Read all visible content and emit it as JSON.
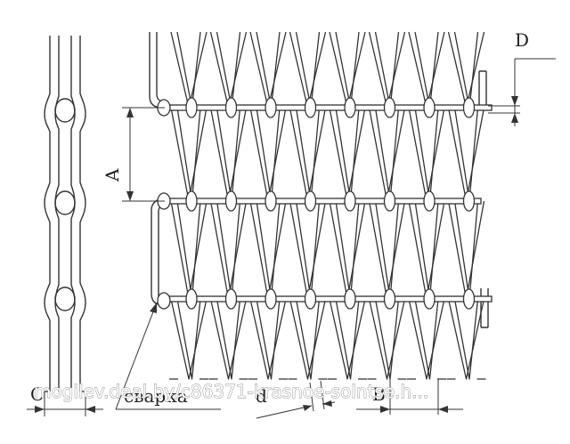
{
  "labels": {
    "A": "A",
    "B": "B",
    "C": "C",
    "D": "D",
    "d": "d",
    "weld": "сварка"
  },
  "watermark": "mogilev.deal.by/c86371-krasnoe-solntse.h...",
  "colors": {
    "line": "#333333",
    "fill": "#ffffff"
  }
}
